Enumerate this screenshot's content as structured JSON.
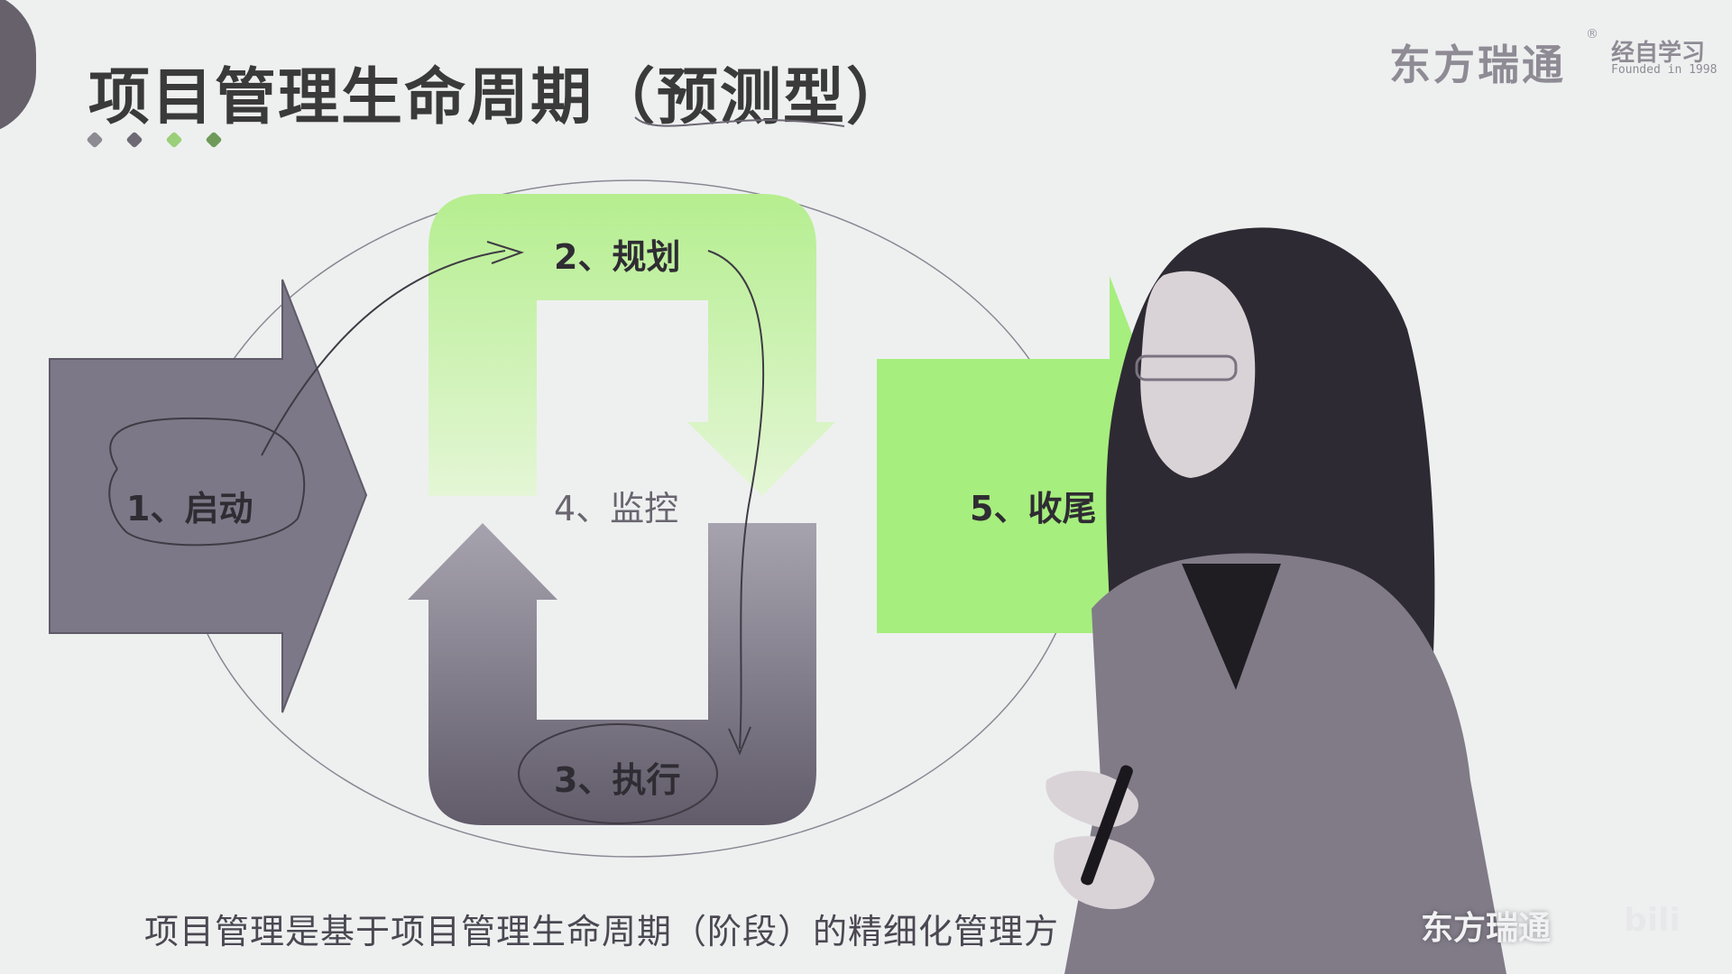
{
  "slide": {
    "title": "项目管理生命周期（预测型）",
    "brand": "东方瑞通",
    "brand_reg": "®",
    "brand2": "经自学习",
    "brand2_sub": "Founded in 1998",
    "subtitle": "项目管理是基于项目管理生命周期（阶段）的精细化管理方",
    "watermark": "东方瑞通",
    "watermark2": "bili"
  },
  "stages": {
    "initiate": "1、启动",
    "plan": "2、规划",
    "execute": "3、执行",
    "monitor": "4、监控",
    "close": "5、收尾"
  },
  "colors": {
    "background": "#eef0f0",
    "purple": "#7d7887",
    "purple_dark": "#5f5a68",
    "green_light": "#c8f0a8",
    "green": "#a6ee7e",
    "ink": "#8c8794"
  },
  "dots": [
    "#8d8a93",
    "#6e6a75",
    "#9ccf79",
    "#6f9a5a"
  ]
}
